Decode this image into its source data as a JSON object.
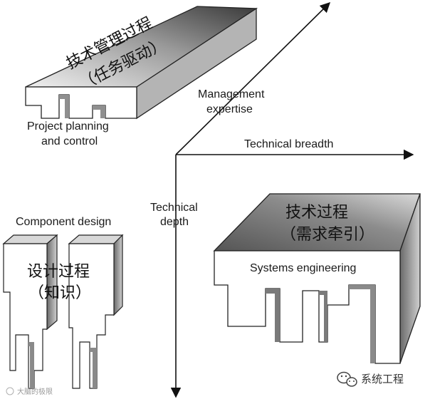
{
  "blocks": {
    "management": {
      "zh_title": "技术管理过程",
      "zh_subtitle": "（任务驱动）",
      "en_label_line1": "Project planning",
      "en_label_line2": "and control"
    },
    "technical": {
      "zh_title": "技术过程",
      "zh_subtitle": "（需求牵引）",
      "en_label": "Systems engineering"
    },
    "design": {
      "zh_title": "设计过程",
      "zh_subtitle": "（知识）",
      "en_label": "Component design"
    }
  },
  "axes": {
    "up_line1": "Management",
    "up_line2": "expertise",
    "right": "Technical breadth",
    "down_line1": "Technical",
    "down_line2": "depth"
  },
  "watermark": {
    "text": "系统工程",
    "small_text": "大脑的极限"
  },
  "colors": {
    "top_face_dark": "#4a4a4a",
    "top_face_light": "#e8e8e8",
    "side_face": "#bdbdbd",
    "front_face": "#ffffff",
    "outline": "#222222"
  }
}
